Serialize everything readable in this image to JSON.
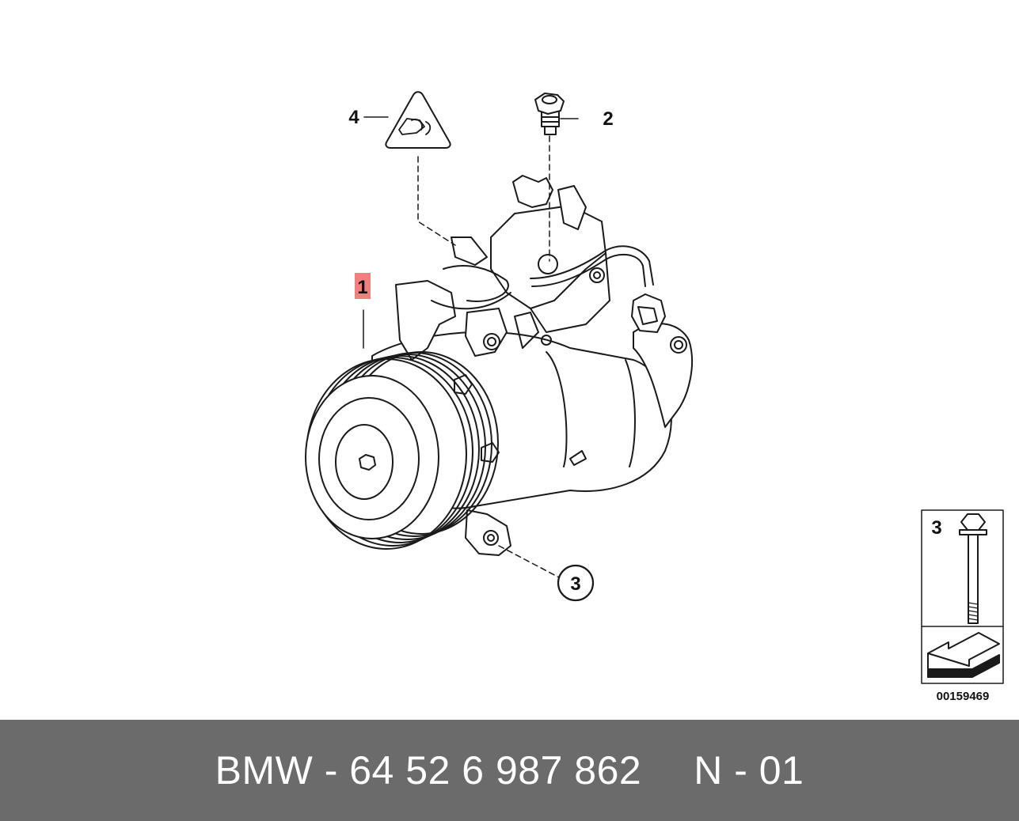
{
  "callouts": {
    "item_1": "1",
    "item_2": "2",
    "item_3": "3",
    "item_4": "4"
  },
  "inset": {
    "label": "3",
    "doc_number": "00159469"
  },
  "footer": {
    "part_number": "BMW - 64 52 6 987 862",
    "variant": "N - 01"
  },
  "colors": {
    "footer_bg": "#6b6b6b",
    "highlight": "#f08080"
  }
}
